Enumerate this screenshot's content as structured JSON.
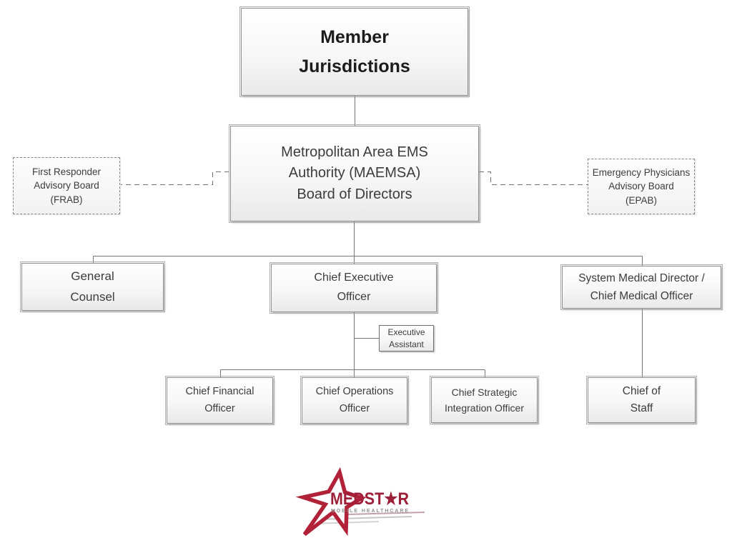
{
  "nodes": {
    "member_jurisdictions": {
      "label": "Member\nJurisdictions"
    },
    "board_of_directors": {
      "label": "Metropolitan Area EMS\nAuthority (MAEMSA)\nBoard of Directors"
    },
    "frab": {
      "label": "First Responder\nAdvisory Board\n(FRAB)"
    },
    "epab": {
      "label": "Emergency Physicians\nAdvisory Board\n(EPAB)"
    },
    "general_counsel": {
      "label": "General\nCounsel"
    },
    "ceo": {
      "label": "Chief Executive\nOfficer"
    },
    "system_medical_director": {
      "label": "System Medical Director /\nChief Medical Officer"
    },
    "executive_assistant": {
      "label": "Executive\nAssistant"
    },
    "cfo": {
      "label": "Chief Financial\nOfficer"
    },
    "coo": {
      "label": "Chief Operations\nOfficer"
    },
    "csio": {
      "label": "Chief Strategic\nIntegration Officer"
    },
    "chief_of_staff": {
      "label": "Chief of\nStaff"
    }
  },
  "logo": {
    "brand_prefix": "MEDST",
    "star_glyph": "★",
    "brand_suffix": "R",
    "tagline": "MOBILE HEALTHCARE",
    "colors": {
      "star_red": "#b12239",
      "text_red": "#9e2038",
      "tagline_gray": "#8f8f8f"
    }
  }
}
